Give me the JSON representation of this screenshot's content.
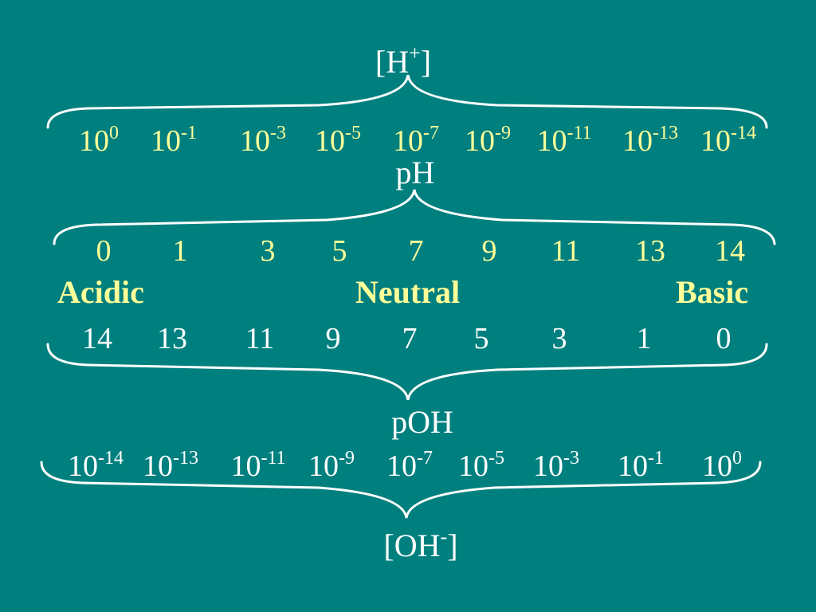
{
  "labels": {
    "h_plus_base": "[H",
    "h_plus_sup": "+",
    "h_plus_close": "]",
    "ph": "pH",
    "poh": "pOH",
    "oh_minus_base": "[OH",
    "oh_minus_sup": "-",
    "oh_minus_close": "]"
  },
  "h_plus_row": [
    {
      "base": "10",
      "exp": "0"
    },
    {
      "base": "10",
      "exp": "-1"
    },
    {
      "base": "10",
      "exp": "-3"
    },
    {
      "base": "10",
      "exp": "-5"
    },
    {
      "base": "10",
      "exp": "-7"
    },
    {
      "base": "10",
      "exp": "-9"
    },
    {
      "base": "10",
      "exp": "-11"
    },
    {
      "base": "10",
      "exp": "-13"
    },
    {
      "base": "10",
      "exp": "-14"
    }
  ],
  "ph_row": [
    "0",
    "1",
    "3",
    "5",
    "7",
    "9",
    "11",
    "13",
    "14"
  ],
  "scale_words": {
    "acidic": "Acidic",
    "neutral": "Neutral",
    "basic": "Basic"
  },
  "poh_row": [
    "14",
    "13",
    "11",
    "9",
    "7",
    "5",
    "3",
    "1",
    "0"
  ],
  "oh_minus_row": [
    {
      "base": "10",
      "exp": "-14"
    },
    {
      "base": "10",
      "exp": "-13"
    },
    {
      "base": "10",
      "exp": "-11"
    },
    {
      "base": "10",
      "exp": "-9"
    },
    {
      "base": "10",
      "exp": "-7"
    },
    {
      "base": "10",
      "exp": "-5"
    },
    {
      "base": "10",
      "exp": "-3"
    },
    {
      "base": "10",
      "exp": "-1"
    },
    {
      "base": "10",
      "exp": "0"
    }
  ],
  "colors": {
    "background": "#007F7F",
    "highlight": "#FFFF99",
    "text": "#FFFFFF"
  }
}
